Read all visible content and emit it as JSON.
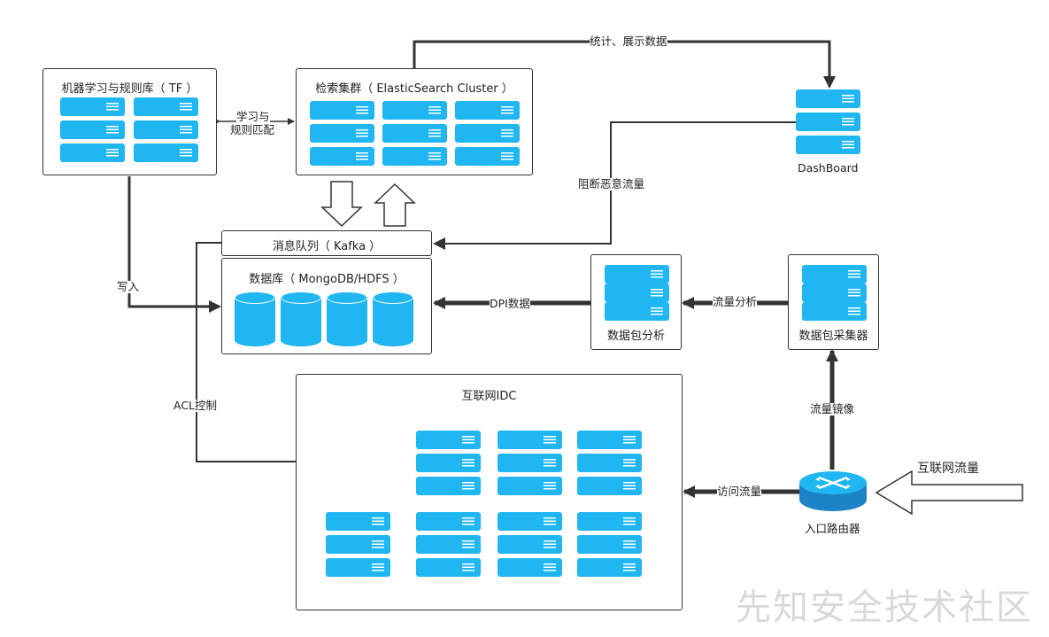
{
  "nodes": {
    "tf": "机器学习与规则库（ TF ）",
    "es": "检索集群（ ElasticSearch Cluster ）",
    "dashboard": "DashBoard",
    "kafka": "消息队列（ Kafka ）",
    "db": "数据库（ MongoDB/HDFS ）",
    "pkt_analysis": "数据包分析",
    "pkt_collector": "数据包采集器",
    "idc": "互联网IDC",
    "router": "入口路由器"
  },
  "edges": {
    "learn_match_1": "学习与",
    "learn_match_2": "规则匹配",
    "stats": "统计、展示数据",
    "block": "阻断恶意流量",
    "write": "写入",
    "acl": "ACL控制",
    "dpi": "DPI数据",
    "flow_analysis": "流量分析",
    "mirror": "流量镜像",
    "access": "访问流量",
    "internet": "互联网流量"
  },
  "watermark": "先知安全技术社区",
  "colors": {
    "server": "#1fb6f2",
    "line": "#333333"
  }
}
